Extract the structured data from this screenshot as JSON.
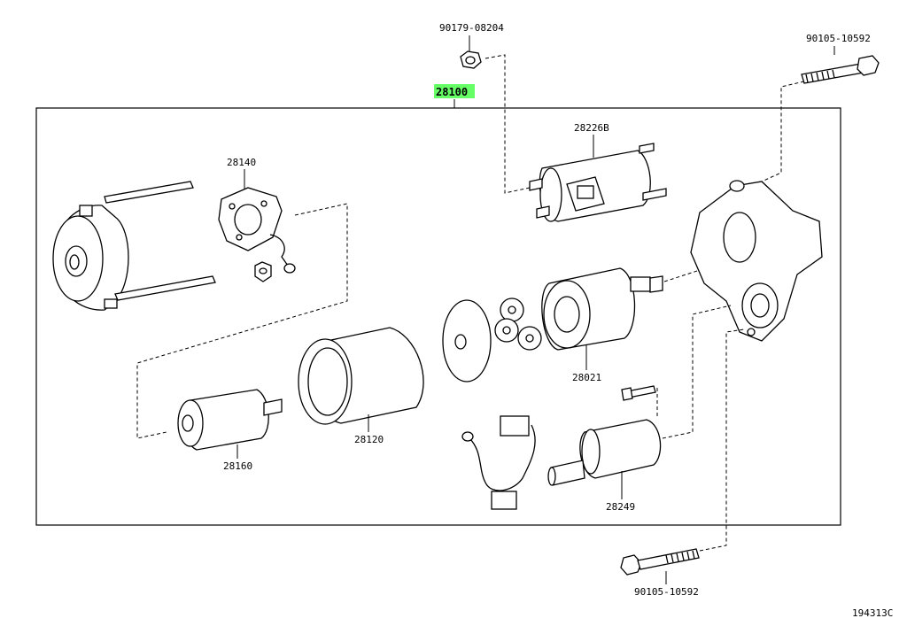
{
  "diagram": {
    "assembly_label": "28100",
    "assembly_highlight_color": "#66ff66",
    "figure_code": "194313C",
    "labels": {
      "bolt_top": "90105-10592",
      "nut_top": "90179-08204",
      "brush_holder": "28140",
      "solenoid_switch": "28226B",
      "clutch_assy": "28021",
      "yoke": "28120",
      "armature": "28160",
      "lever_switch": "28249",
      "bolt_bottom": "90105-10592"
    }
  }
}
